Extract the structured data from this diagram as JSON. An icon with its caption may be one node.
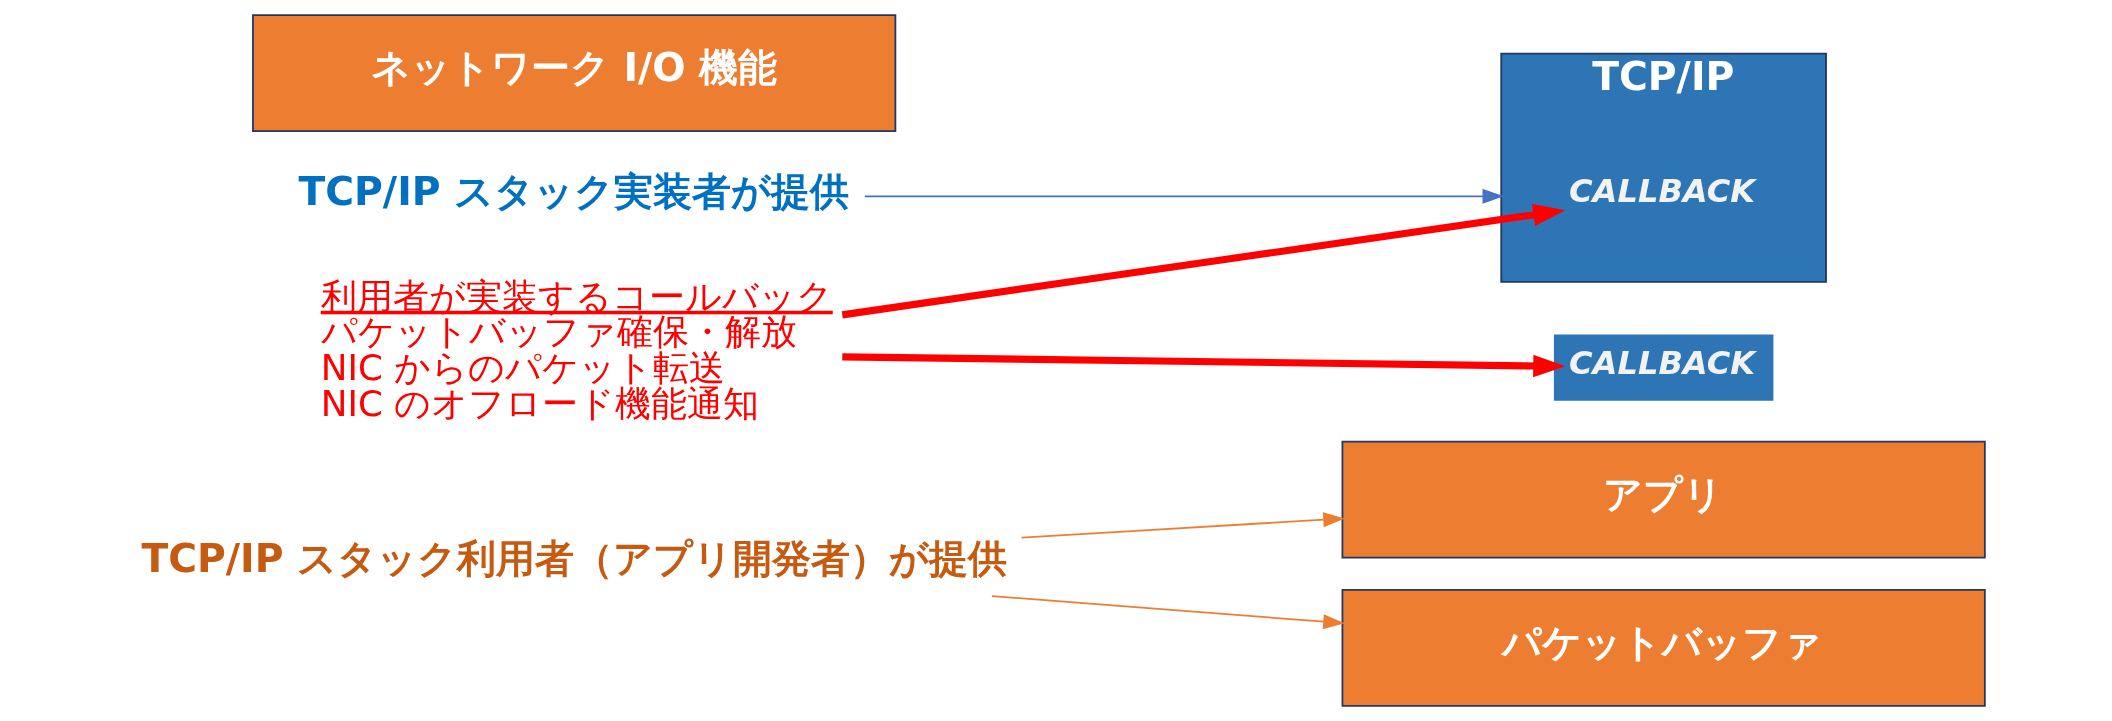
{
  "diagram": {
    "nodes": [
      {
        "text": [
          "TCP/IP スタック利用者（アプリ開発者）が提供"
        ]
      },
      {
        "text": [
          "TCP/IP スタック実装者が提供"
        ]
      },
      {
        "text": [
          "アプリ"
        ]
      },
      {
        "text": [
          "TCP/IP"
        ]
      },
      {
        "text": [
          "CALLBACK"
        ],
        "in": 3
      },
      {
        "text": [
          "パケットバッファ"
        ]
      },
      {
        "text": [
          "CALLBACK"
        ]
      },
      {
        "text": [
          "ネットワーク I/O 機能"
        ]
      },
      {
        "text": [
          "利用者が実装するコールバック",
          "パケットバッファ確保・解放",
          "NIC からのパケット転送",
          "NIC のオフロード機能通知"
        ]
      }
    ],
    "edges": [
      {
        "from": 0,
        "to": 2,
        "arrow": "to",
        "color": "#ed7d31"
      },
      {
        "from": 0,
        "to": 5,
        "arrow": "to",
        "color": "#ed7d31"
      },
      {
        "from": 1,
        "to": 3,
        "arrow": "to",
        "color": "#4472c4"
      },
      {
        "from": 8,
        "to": 4,
        "arrow": "to",
        "style": "thick",
        "color": "#ff0000"
      },
      {
        "from": 8,
        "to": 6,
        "arrow": "to",
        "style": "thick",
        "color": "#ff0000"
      }
    ]
  }
}
